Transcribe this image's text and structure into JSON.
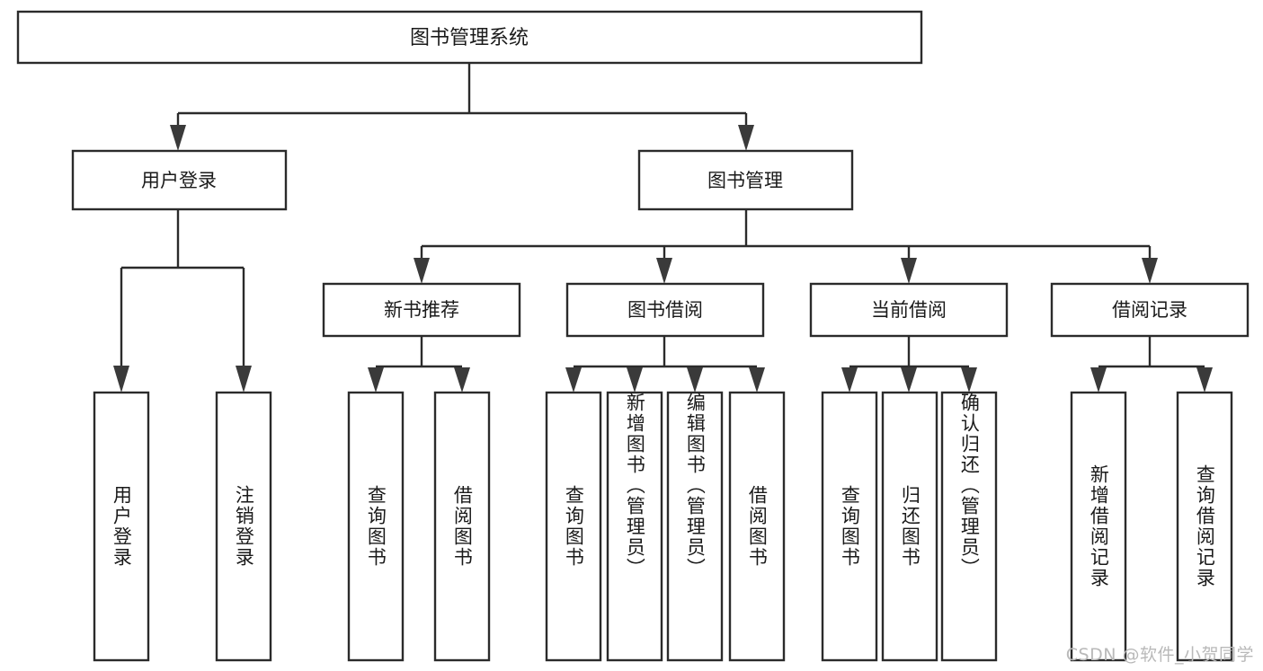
{
  "diagram": {
    "type": "tree-hierarchy",
    "title": "图书管理系统",
    "orientation": "top-down",
    "colors": {
      "box_stroke": "#2b2b2b",
      "box_fill": "#ffffff",
      "connector": "#2b2b2b",
      "arrow": "#3a3a3a",
      "text": "#1a1a1a",
      "watermark": "#b9b9b9",
      "background": "#ffffff"
    },
    "root": {
      "label": "图书管理系统"
    },
    "level1": [
      {
        "label": "用户登录"
      },
      {
        "label": "图书管理"
      }
    ],
    "level2": [
      {
        "label": "新书推荐"
      },
      {
        "label": "图书借阅"
      },
      {
        "label": "当前借阅"
      },
      {
        "label": "借阅记录"
      }
    ],
    "leaves": {
      "user_login": [
        {
          "label": "用户登录"
        },
        {
          "label": "注销登录"
        }
      ],
      "new_book_recommend": [
        {
          "label": "查询图书"
        },
        {
          "label": "借阅图书"
        }
      ],
      "book_borrow": [
        {
          "label": "查询图书"
        },
        {
          "label": "新增图书（管理员）"
        },
        {
          "label": "编辑图书（管理员）"
        },
        {
          "label": "借阅图书"
        }
      ],
      "current_borrow": [
        {
          "label": "查询图书"
        },
        {
          "label": "归还图书"
        },
        {
          "label": "确认归还（管理员）"
        }
      ],
      "borrow_record": [
        {
          "label": "新增借阅记录"
        },
        {
          "label": "查询借阅记录"
        }
      ]
    }
  },
  "watermark": {
    "text": "CSDN @软件_小贺同学"
  }
}
